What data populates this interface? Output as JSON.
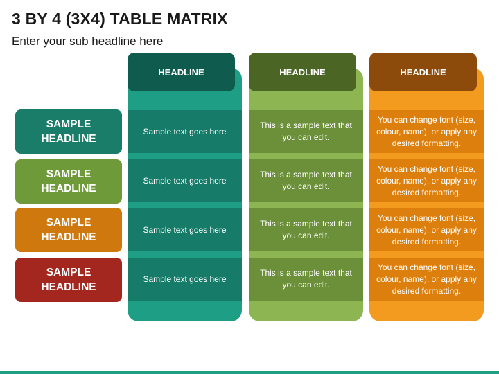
{
  "title": "3 BY 4 (3X4) TABLE MATRIX",
  "subtitle": "Enter your sub headline here",
  "colors": {
    "teal": "#1f9e86",
    "teal_dark": "#0f5c4e",
    "teal_cell": "#167c69",
    "green": "#8db552",
    "green_dark": "#4b6524",
    "green_cell": "#6c9039",
    "orange": "#f29b1f",
    "orange_dark": "#8c4a0b",
    "orange_cell": "#dd7f0c",
    "red": "#a3261f",
    "accent_bar": "#1f9e86"
  },
  "columns": [
    {
      "headline": "HEADLINE",
      "cells": [
        "Sample text goes here",
        "Sample text goes here",
        "Sample text goes here",
        "Sample text goes here"
      ]
    },
    {
      "headline": "HEADLINE",
      "cells": [
        "This is a sample text that you can edit.",
        "This is a sample text that you can edit.",
        "This is a sample text that you can edit.",
        "This is a sample text that you can edit."
      ]
    },
    {
      "headline": "HEADLINE",
      "cells": [
        "You can change font (size, colour, name), or apply any desired formatting.",
        "You can change font (size, colour, name), or apply any desired formatting.",
        "You can change font (size, colour, name), or apply any desired formatting.",
        "You can change font (size, colour, name), or apply any desired formatting."
      ]
    }
  ],
  "rows": [
    {
      "headline": "SAMPLE HEADLINE"
    },
    {
      "headline": "SAMPLE HEADLINE"
    },
    {
      "headline": "SAMPLE HEADLINE"
    },
    {
      "headline": "SAMPLE HEADLINE"
    }
  ]
}
